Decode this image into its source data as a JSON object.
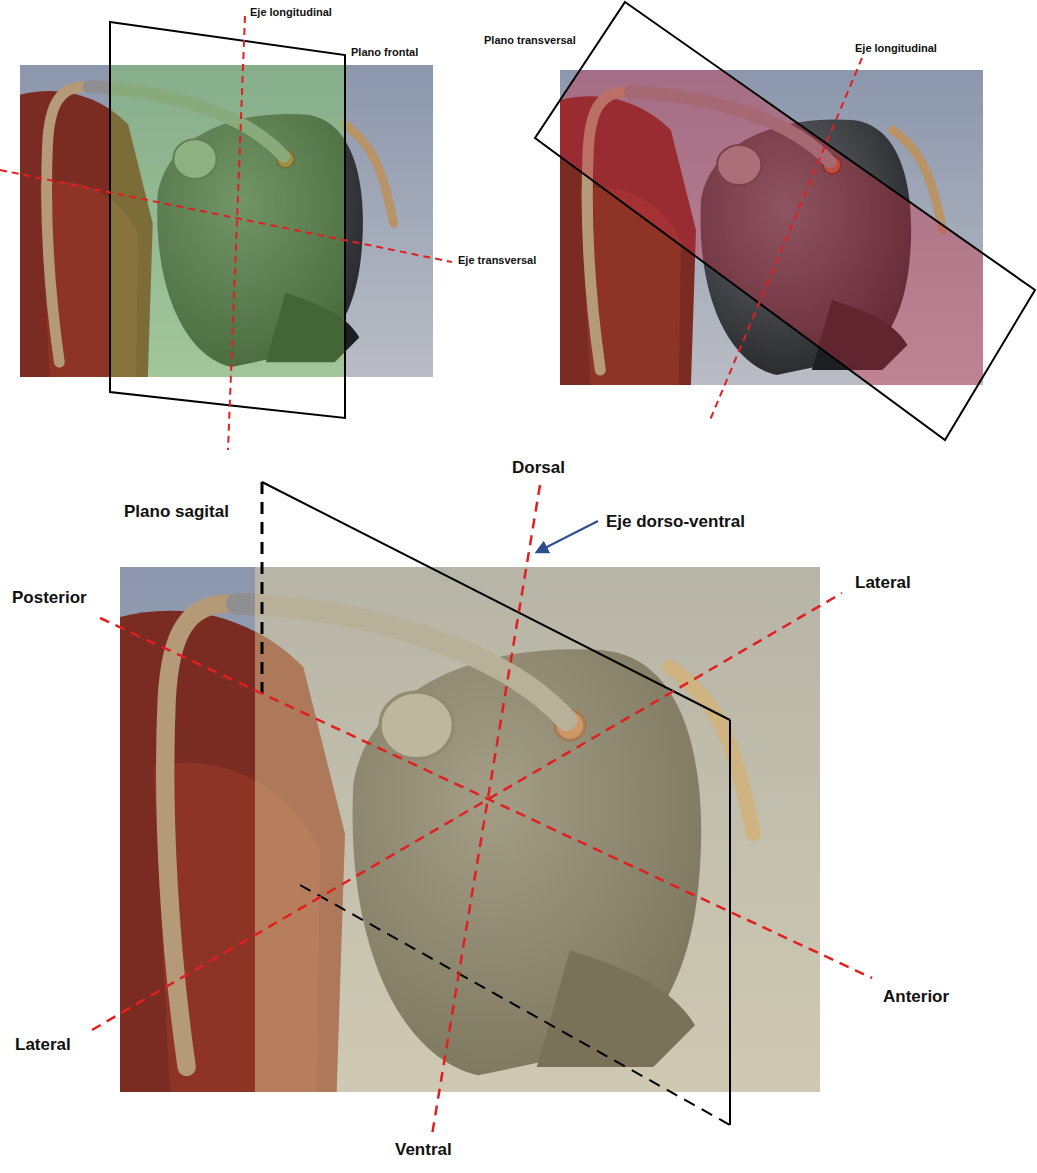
{
  "diagram": {
    "labels": [
      "Eje longitudinal",
      "Plano frontal",
      "Eje transversal",
      "Plano transversal",
      "Eje longitudinal",
      "Dorsal",
      "Plano sagital",
      "Eje dorso-ventral",
      "Posterior",
      "Lateral",
      "Lateral",
      "Anterior",
      "Ventral"
    ]
  }
}
